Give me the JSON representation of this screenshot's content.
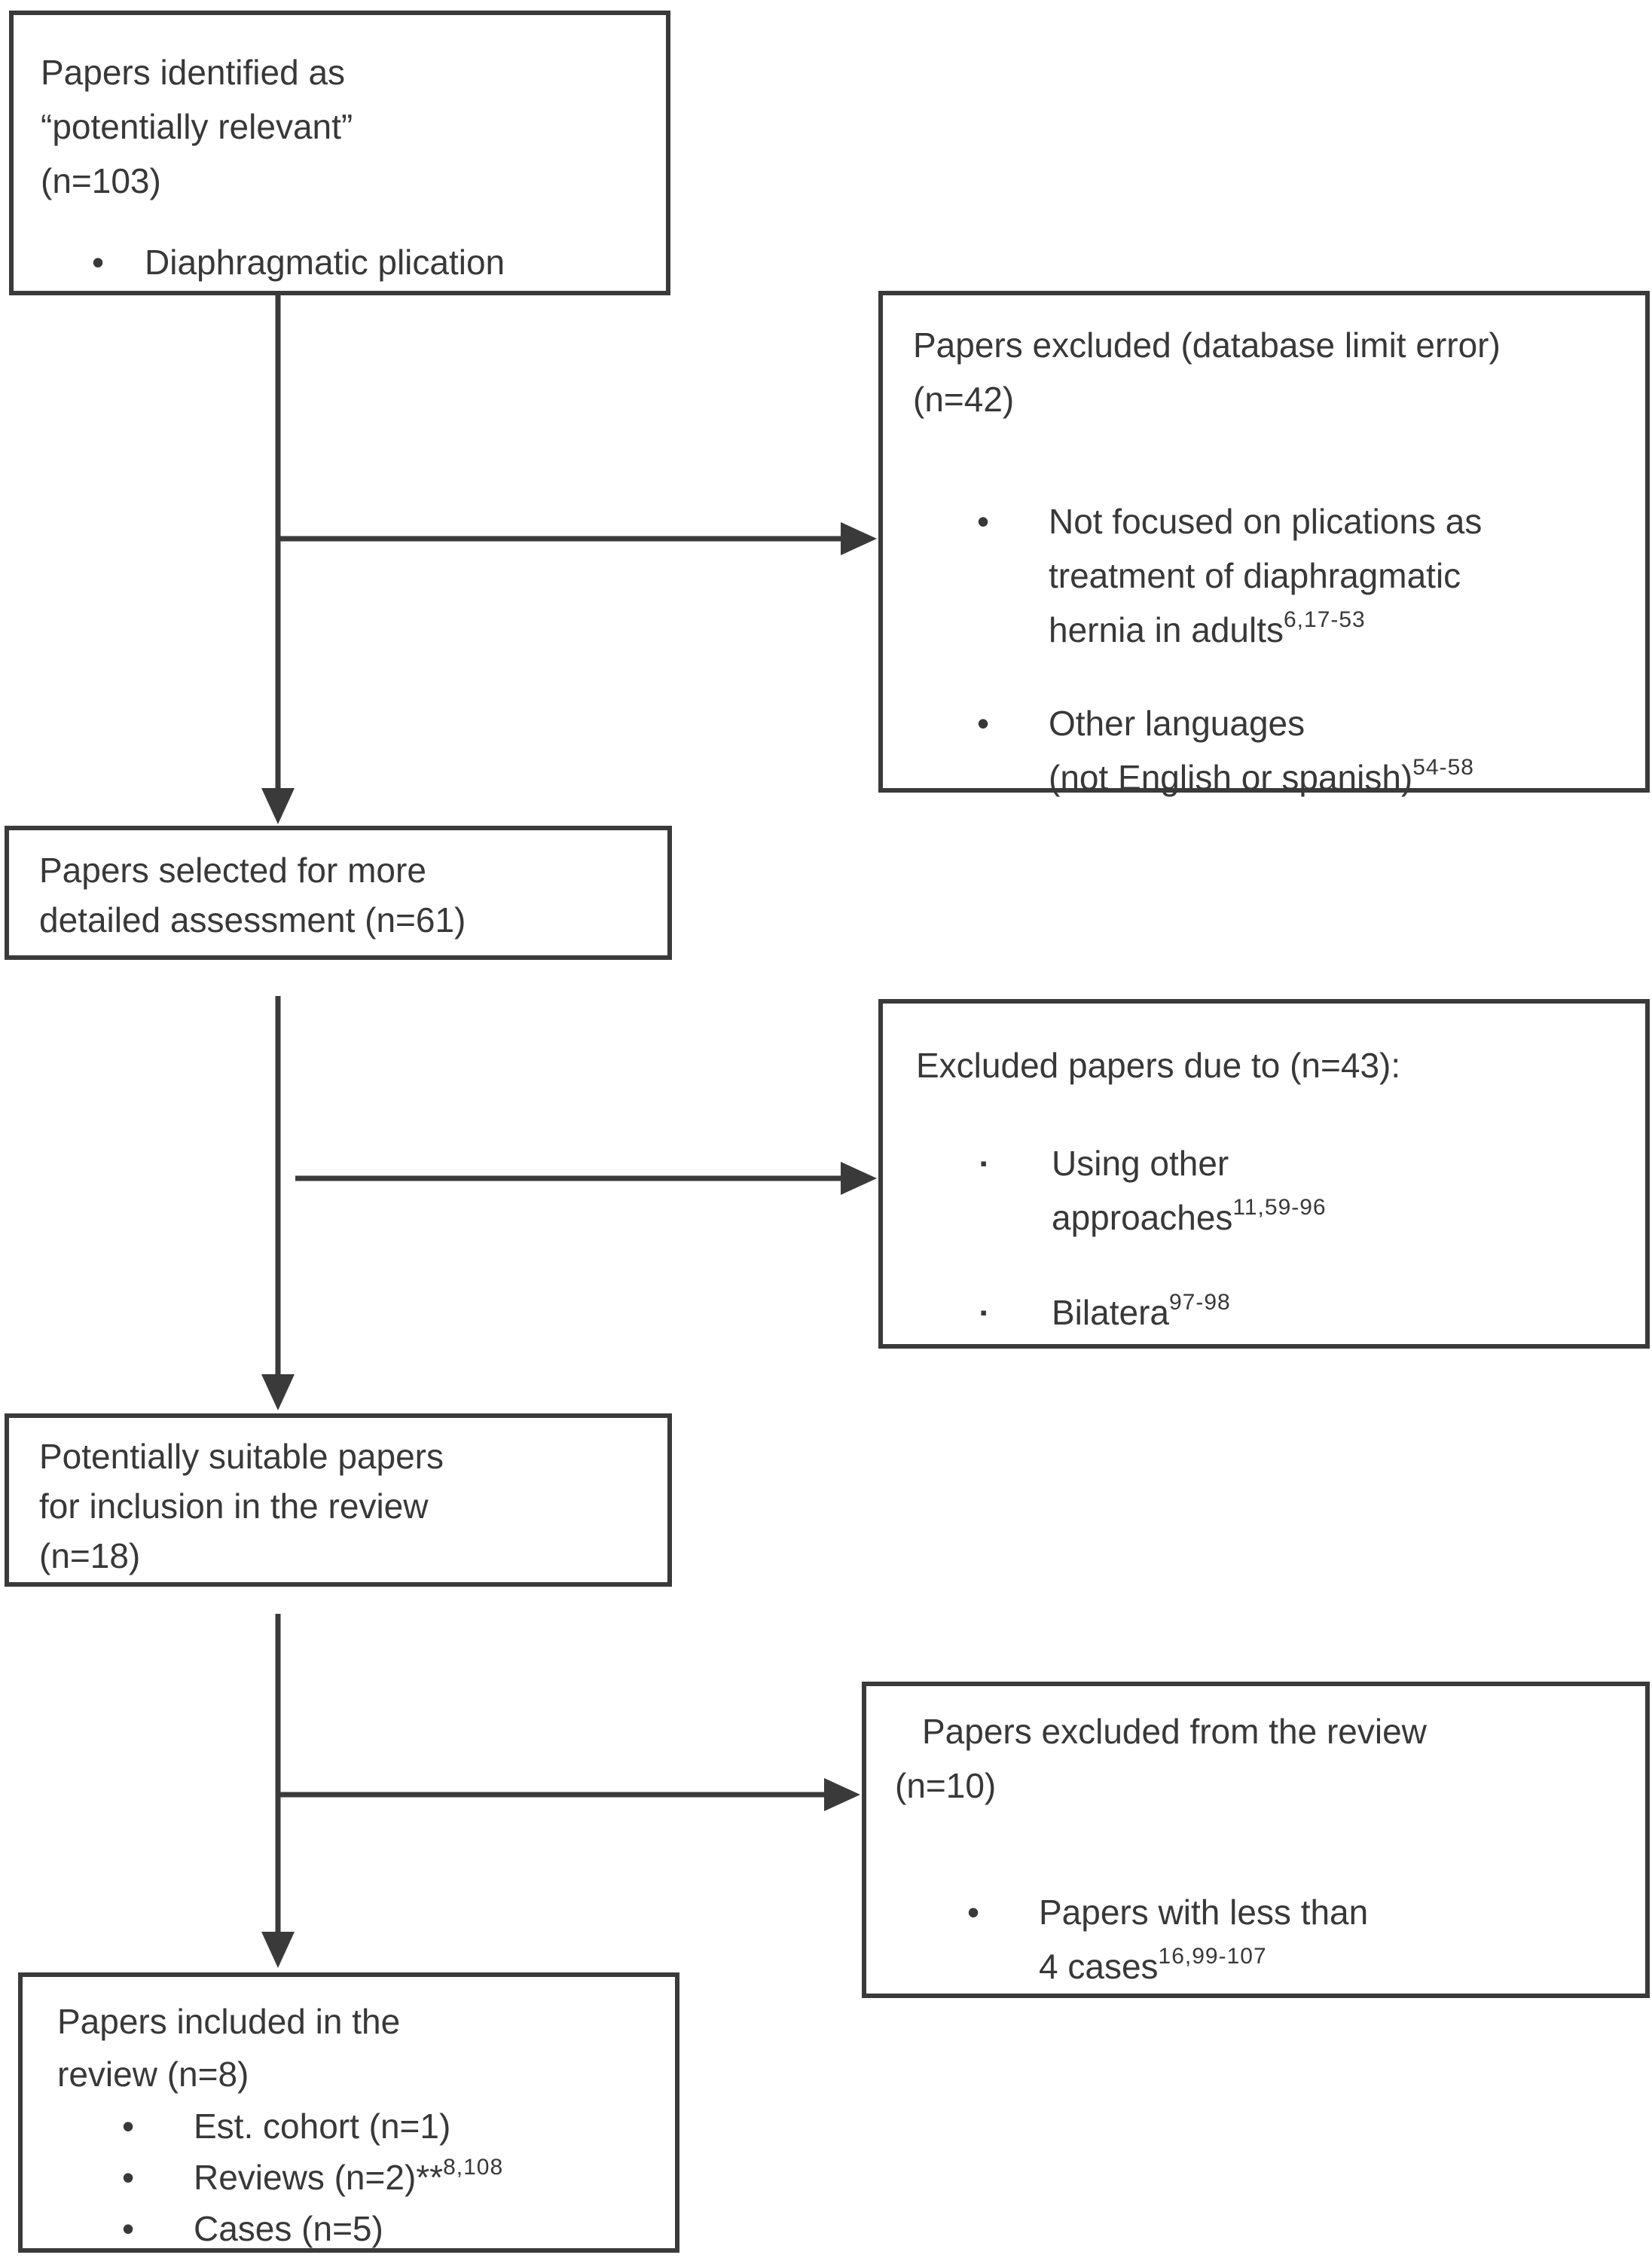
{
  "figure": {
    "type": "study-selection-flowchart",
    "colors": {
      "ink": "#3a3a3a",
      "background": "#ffffff"
    },
    "boxes": [
      {
        "title": "Papers identified as\n“potentially relevant”\n(n=103)",
        "bullets": [
          {
            "marker": "•",
            "text": "Diaphragmatic plication",
            "sup": ""
          }
        ]
      },
      {
        "title": "Papers excluded (database limit error)\n(n=42)",
        "bullets": [
          {
            "marker": "•",
            "text": "Not focused on plications as\ntreatment of diaphragmatic\nhernia in adults",
            "sup": "6,17-53"
          },
          {
            "marker": "•",
            "text": "Other languages\n(not English or spanish)",
            "sup": "54-58"
          }
        ]
      },
      {
        "title": "Papers selected for more\ndetailed assessment (n=61)",
        "bullets": []
      },
      {
        "title": "Excluded papers due to (n=43):",
        "bullets": [
          {
            "marker": "▪",
            "text": "Using other\napproaches",
            "sup": "11,59-96"
          },
          {
            "marker": "▪",
            "text": "Bilatera",
            "sup": "97-98"
          }
        ]
      },
      {
        "title": "Potentially suitable papers\nfor inclusion in the review\n(n=18)",
        "bullets": []
      },
      {
        "title": "Papers excluded from the review\n(n=10)",
        "bullets": [
          {
            "marker": "•",
            "text": "Papers with less than\n4 cases",
            "sup": "16,99-107"
          }
        ]
      },
      {
        "title": "Papers included in the\nreview (n=8)",
        "bullets": [
          {
            "marker": "•",
            "text": "Est. cohort (n=1)",
            "sup": ""
          },
          {
            "marker": "•",
            "text": "Reviews (n=2)**",
            "sup": "8,108"
          },
          {
            "marker": "•",
            "text": "Cases (n=5)",
            "sup": ""
          }
        ]
      }
    ]
  }
}
